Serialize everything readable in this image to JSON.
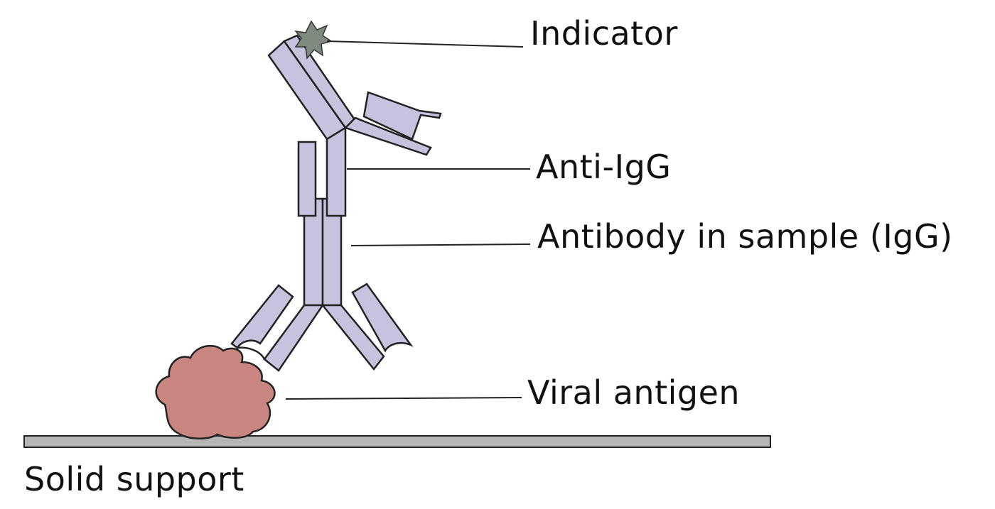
{
  "labels": {
    "indicator": "Indicator",
    "anti_igg": "Anti-IgG",
    "antibody": "Antibody in sample (IgG)",
    "antigen": "Viral antigen",
    "support": "Solid support"
  },
  "colors": {
    "antibody_fill": "#c5c3dd",
    "outline": "#222222",
    "antigen_fill": "#c98680",
    "indicator_fill": "#7f8a7f",
    "support_fill": "#b5b5b5",
    "leader_line": "#222222"
  }
}
